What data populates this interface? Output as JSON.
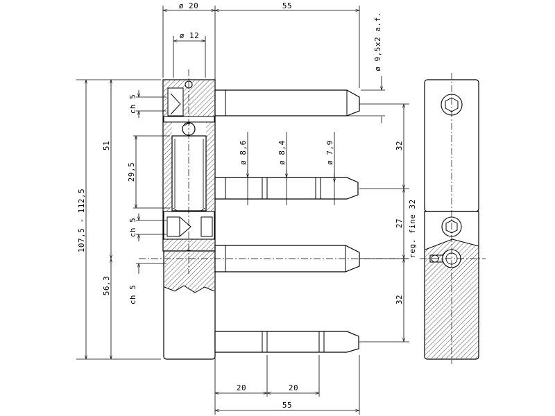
{
  "labels": {
    "dia_top_outer": "ø 20",
    "len_top": "55",
    "dia_inner": "ø 12",
    "thread": "ø 9,5x2 a.f.",
    "total_height": "107,5 - 112,5",
    "h_51": "51",
    "h_29_5": "29,5",
    "h_56_3": "56,3",
    "ch_upper": "ch 5",
    "ch_middle": "ch 5",
    "ch_lower": "ch 5",
    "pin_d_8_6": "ø 8,6",
    "pin_d_8_4": "ø 8,4",
    "pin_d_7_9": "ø 7,9",
    "v_32_top": "32",
    "v_27": "27",
    "reg_fine": "reg. fine 32",
    "v_32_bottom": "32",
    "bottom_20a": "20",
    "bottom_20b": "20",
    "bottom_55": "55"
  }
}
